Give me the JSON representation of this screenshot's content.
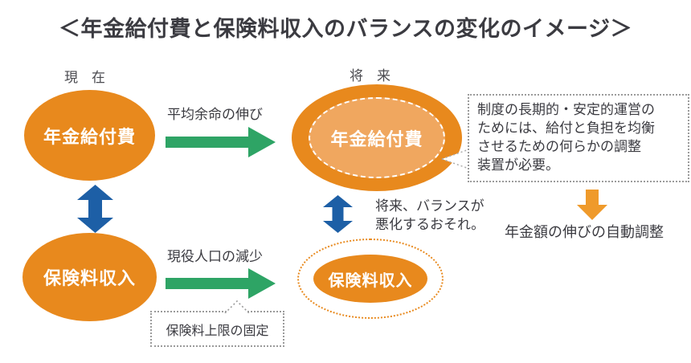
{
  "title": "＜年金給付費と保険料収入のバランスの変化のイメージ＞",
  "columns": {
    "present_label": "現　在",
    "future_label": "将　来"
  },
  "present": {
    "benefit_ellipse": "年金給付費",
    "premium_ellipse": "保険料収入"
  },
  "future": {
    "benefit_ellipse": "年金給付費",
    "premium_ellipse": "保険料収入"
  },
  "transition_arrows": {
    "benefit_label": "平均余命の伸び",
    "premium_label": "現役人口の減少"
  },
  "annotations": {
    "premium_cap_box": "保険料上限の固定",
    "balance_warning": "将来、バランスが\n悪化するおそれ。",
    "adjustment_note": "制度の長期的・安定的運営の\nためには、給付と負担を均衡\nさせるための何らかの調整\n装置が必要。",
    "auto_adjust_label": "年金額の伸びの自動調整"
  },
  "colors": {
    "orange": "#E8891D",
    "orange_light": "#F0A75F",
    "green": "#2EA465",
    "blue": "#1D5FA6",
    "text": "#3B3B41",
    "border_gray": "#9B9B9B"
  }
}
